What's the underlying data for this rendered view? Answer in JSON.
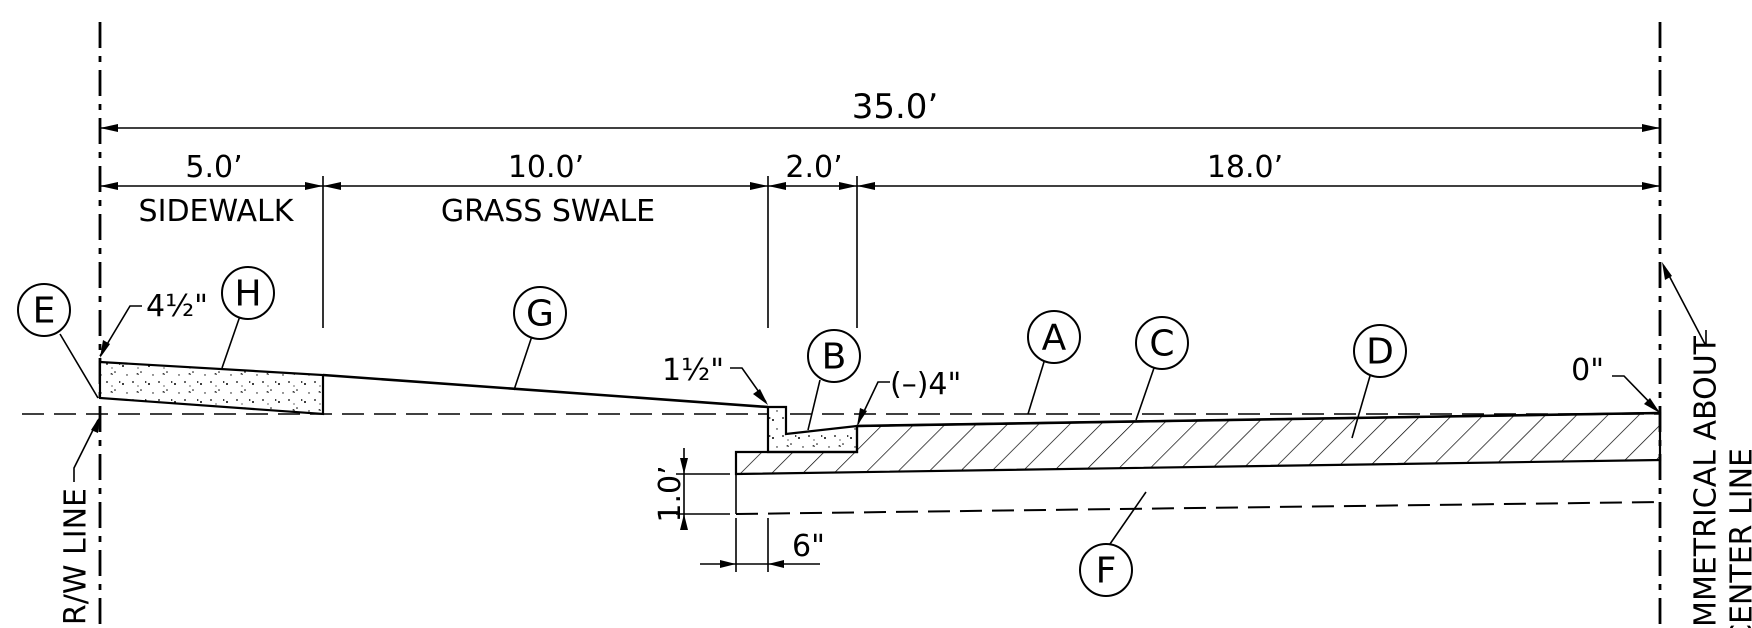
{
  "dimensions": {
    "overall": "35.0’",
    "sidewalk_width": "5.0’",
    "swale_width": "10.0’",
    "gutter_width": "2.0’",
    "pavement_width": "18.0’",
    "sidewalk_thickness": "4½\"",
    "gutter_lip": "1½\"",
    "gutter_drop": "(–)4\"",
    "crown": "0\"",
    "base_depth": "1.0’",
    "curb_offset": "6\""
  },
  "labels": {
    "sidewalk": "SIDEWALK",
    "grass_swale": "GRASS SWALE",
    "rw_line": "R/W LINE",
    "symmetry_line1": "SIMMETRICAL ABOUT",
    "symmetry_line2": "CENTER LINE"
  },
  "callouts": {
    "A": "A",
    "B": "B",
    "C": "C",
    "D": "D",
    "E": "E",
    "F": "F",
    "G": "G",
    "H": "H"
  }
}
